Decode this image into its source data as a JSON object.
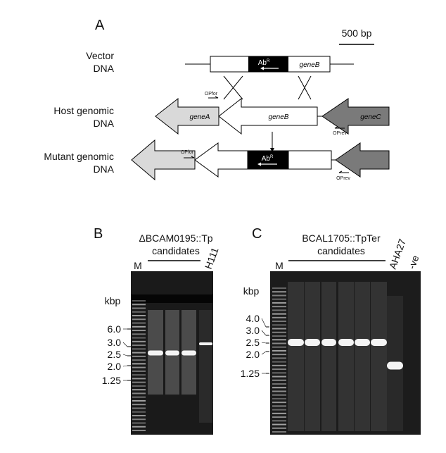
{
  "panel_a": {
    "letter": "A",
    "scale_bar": "500 bp",
    "rows": [
      {
        "label_line1": "Vector",
        "label_line2": "DNA"
      },
      {
        "label_line1": "Host genomic",
        "label_line2": "DNA"
      },
      {
        "label_line1": "Mutant genomic",
        "label_line2": "DNA"
      }
    ],
    "genes": {
      "gene_a": "geneA",
      "gene_b": "geneB",
      "gene_c": "geneC",
      "resistance": "Ab",
      "resistance_sup": "R"
    },
    "primers": {
      "forward": "OPfor",
      "reverse": "OPrev"
    },
    "colors": {
      "gene_a": "#d9d9d9",
      "gene_c": "#7a7a7a",
      "resistance": "#000000"
    }
  },
  "panel_b": {
    "letter": "B",
    "title_line1": "ΔBCAM0195::Tp",
    "title_line2": "candidates",
    "marker": "M",
    "control_lane": "H111",
    "unit": "kbp",
    "ticks": [
      "6.0",
      "3.0",
      "2.5",
      "2.0",
      "1.25"
    ]
  },
  "panel_c": {
    "letter": "C",
    "title_line1": "BCAL1705::TpTer",
    "title_line2": "candidates",
    "marker": "M",
    "control_lane": "AHA27",
    "negative_lane": "-ve",
    "unit": "kbp",
    "ticks": [
      "4.0",
      "3.0",
      "2.5",
      "2.0",
      "1.25"
    ]
  }
}
